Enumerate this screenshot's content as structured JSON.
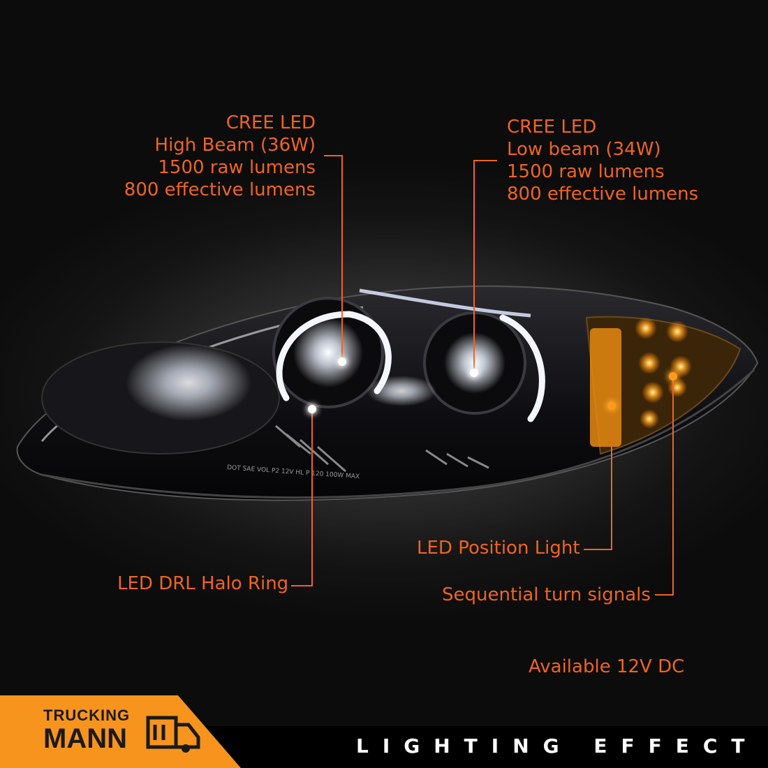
{
  "callouts": {
    "high_beam": [
      "CREE LED",
      "High Beam (36W)",
      "1500 raw lumens",
      "800 effective lumens"
    ],
    "low_beam": [
      "CREE LED",
      "Low beam (34W)",
      "1500 raw lumens",
      "800 effective lumens"
    ],
    "drl": "LED DRL Halo Ring",
    "position": "LED Position Light",
    "turn": "Sequential turn signals"
  },
  "availability": "Available 12V DC",
  "brand": {
    "line1": "TRUCKING",
    "line2": "MANN",
    "icon": "truck-icon"
  },
  "footer_title": "LIGHTING EFFECT",
  "lamp_marking": "DOT SAE VOL P2 12V HL P 120 100W MAX",
  "colors": {
    "accent": "#f0641e",
    "brand_orange": "#f7941d",
    "amber_light": "#ff9a1e"
  }
}
